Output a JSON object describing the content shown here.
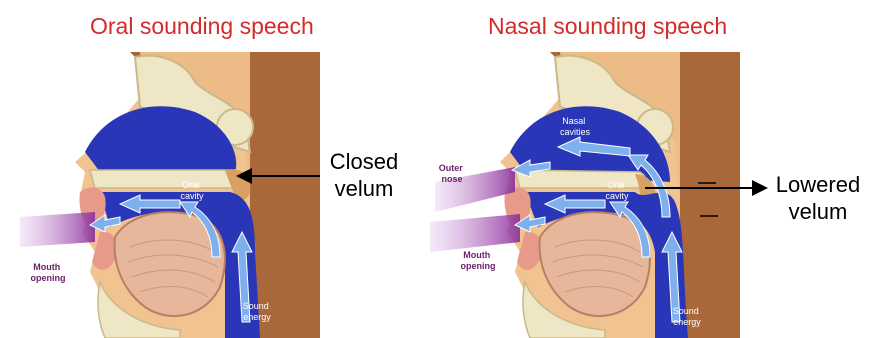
{
  "titles": {
    "left": "Oral sounding speech",
    "right": "Nasal sounding speech"
  },
  "callouts": {
    "left": [
      "Closed",
      "velum"
    ],
    "right": [
      "Lowered",
      "velum"
    ]
  },
  "left_panel": {
    "oral_cavity": [
      "Oral",
      "cavity"
    ],
    "mouth_opening": [
      "Mouth",
      "opening"
    ],
    "sound_energy": [
      "Sound",
      "energy"
    ]
  },
  "right_panel": {
    "nasal_cavities": [
      "Nasal",
      "cavities"
    ],
    "outer_nose": [
      "Outer",
      "nose"
    ],
    "oral_cavity": [
      "Oral",
      "cavity"
    ],
    "mouth_opening": [
      "Mouth",
      "opening"
    ],
    "sound_energy": [
      "Sound",
      "energy"
    ]
  },
  "colors": {
    "title_red": "#d42a2a",
    "skin": "#f0c08a",
    "brown": "#a8683a",
    "airway_blue": "#2a36b8",
    "bone": "#efe6c6",
    "tongue": "#e6b79a",
    "flow_purple": "#8a2f9a"
  }
}
